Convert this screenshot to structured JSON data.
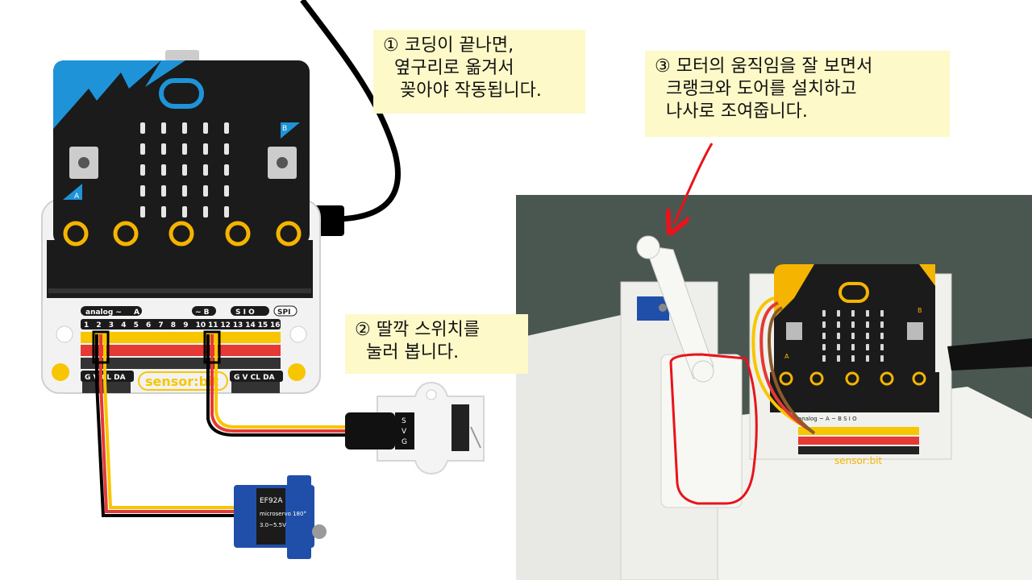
{
  "notes": {
    "step1": "① 코딩이 끝나면,\n  옆구리로 옮겨서\n   꽂아야 작동됩니다.",
    "step2": "② 딸깍 스위치를\n  눌러 봅니다.",
    "step3": "③ 모터의 움직임을 잘 보면서\n  크랭크와 도어를 설치하고\n  나사로 조여줍니다."
  },
  "board": {
    "button_a": "A",
    "button_b": "B",
    "analog_label": "analog ~",
    "a_label": "A",
    "tilde_b_label": "~ B",
    "sio_label": "S I O",
    "spi_label": "SPI",
    "pins": [
      "1",
      "2",
      "3",
      "4",
      "5",
      "6",
      "7",
      "8",
      "9",
      "10",
      "11",
      "12",
      "13",
      "14",
      "15",
      "16"
    ],
    "gvcl_left": "G V CL DA",
    "gvcl_right": "G V CL DA",
    "brand": "sensor:bit"
  },
  "switch_module": {
    "pin_s": "S",
    "pin_v": "V",
    "pin_g": "G"
  },
  "servo": {
    "model": "EF92A",
    "name": "microservo 180°",
    "spec": "3.0~5.5V"
  },
  "photo_board": {
    "button_a": "A",
    "button_b": "B",
    "label": "analog ~ A  ~ B  S I O",
    "brand": "sensor:bit"
  },
  "colors": {
    "note_bg": "#fdf9c8",
    "board_black": "#222222",
    "accent_blue": "#1f93d8",
    "accent_yellow": "#f4b400",
    "wire_red": "#e53935",
    "wire_yellow": "#f7c600",
    "highlight_red": "#e8131b"
  }
}
